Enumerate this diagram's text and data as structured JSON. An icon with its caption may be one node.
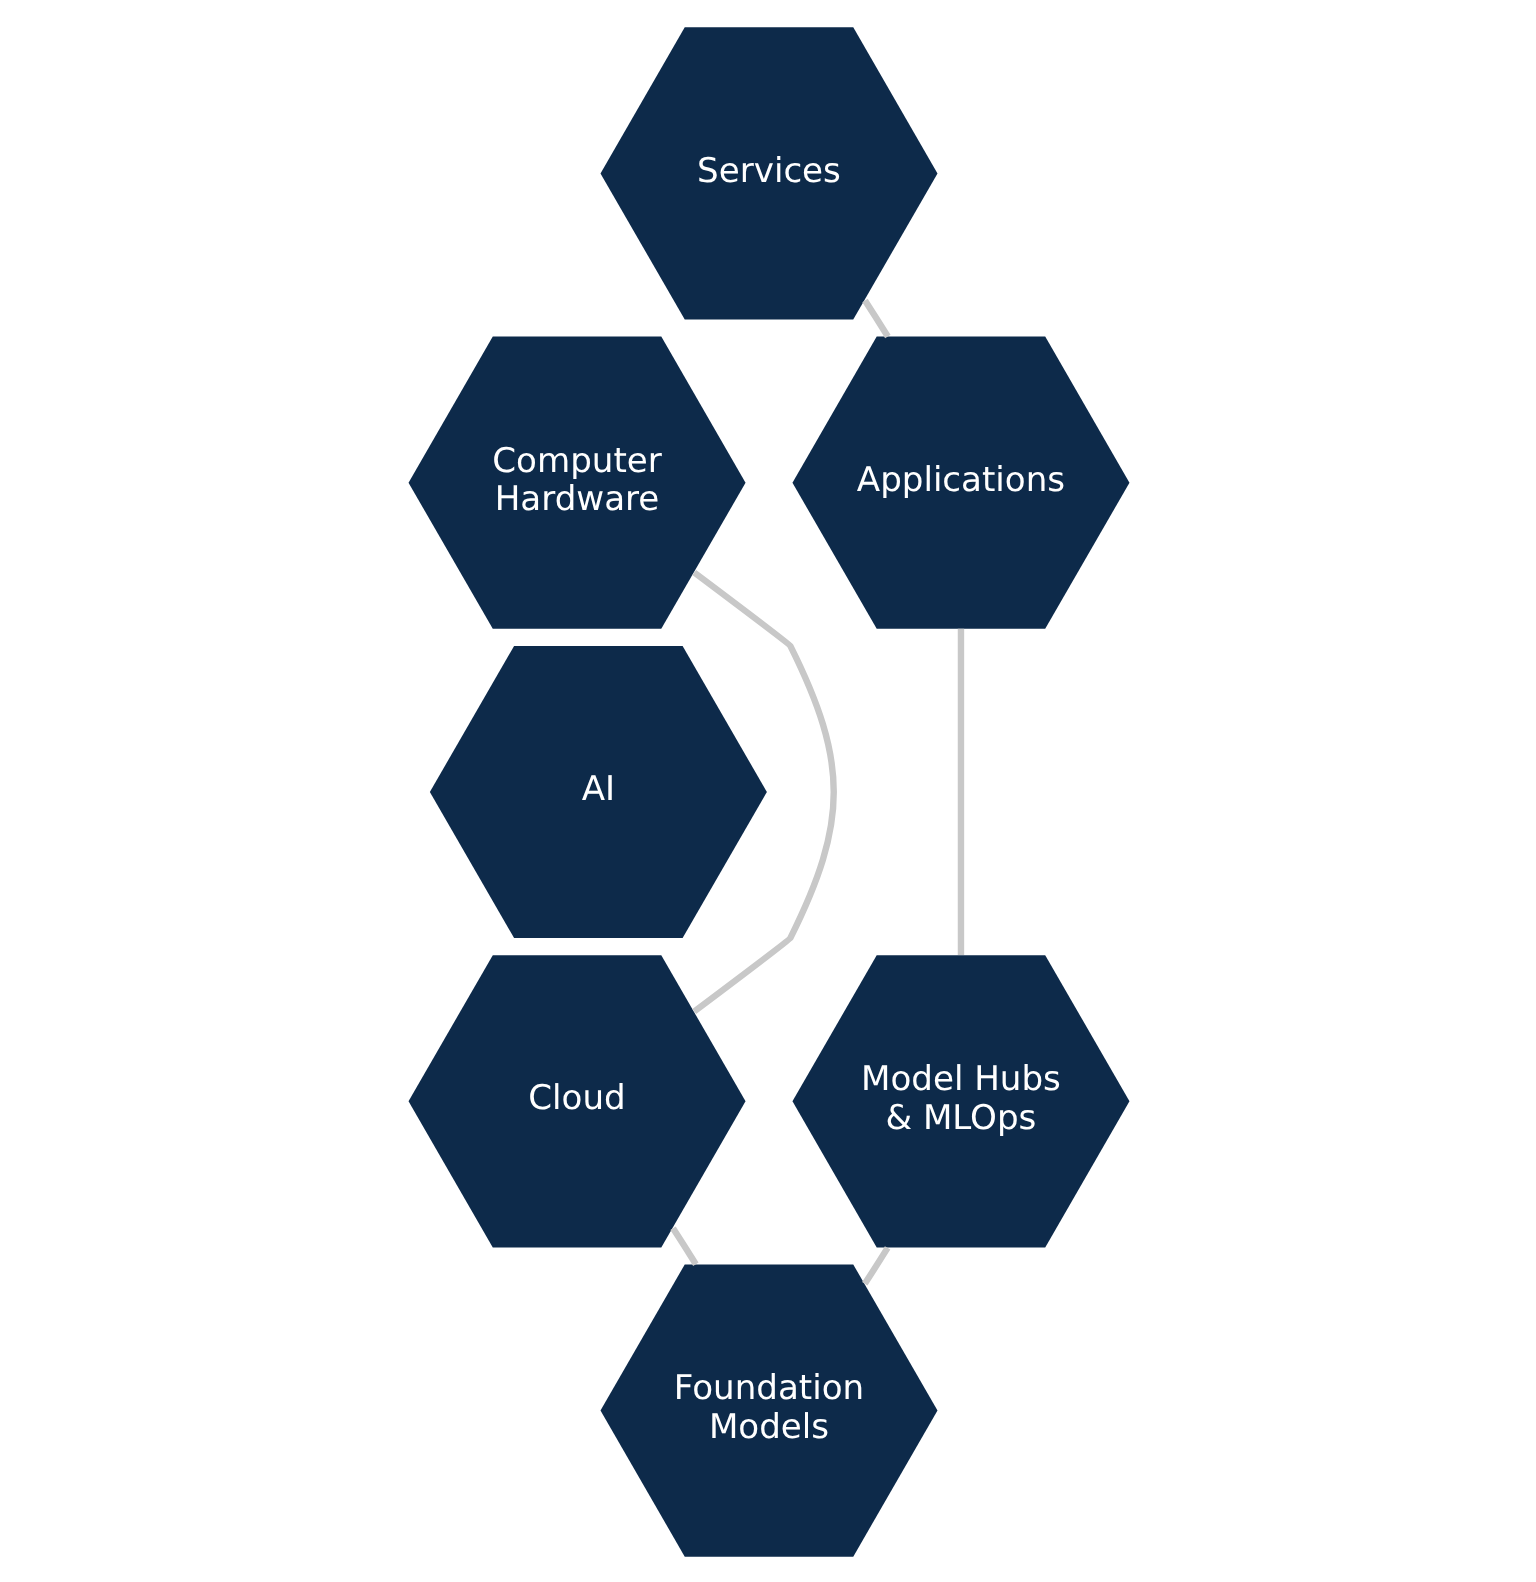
{
  "diagram": {
    "nodes": [
      {
        "text": [
          "Services"
        ]
      },
      {
        "text": [
          "Computer Hardware"
        ]
      },
      {
        "text": [
          "Applications"
        ]
      },
      {
        "text": [
          "AI"
        ]
      },
      {
        "text": [
          "Cloud"
        ]
      },
      {
        "text": [
          "Model Hubs & MLOps"
        ]
      },
      {
        "text": [
          "Foundation Models"
        ]
      }
    ],
    "edges": [
      {
        "from": 0,
        "to": 2,
        "arrow": "none",
        "color": "#c8c8c8"
      },
      {
        "from": 2,
        "to": 5,
        "arrow": "none",
        "color": "#c8c8c8"
      },
      {
        "from": 5,
        "to": 6,
        "arrow": "none",
        "color": "#c8c8c8"
      },
      {
        "from": 6,
        "to": 4,
        "arrow": "none",
        "color": "#c8c8c8"
      },
      {
        "from": 4,
        "to": 1,
        "arrow": "none",
        "color": "#c8c8c8"
      }
    ]
  }
}
